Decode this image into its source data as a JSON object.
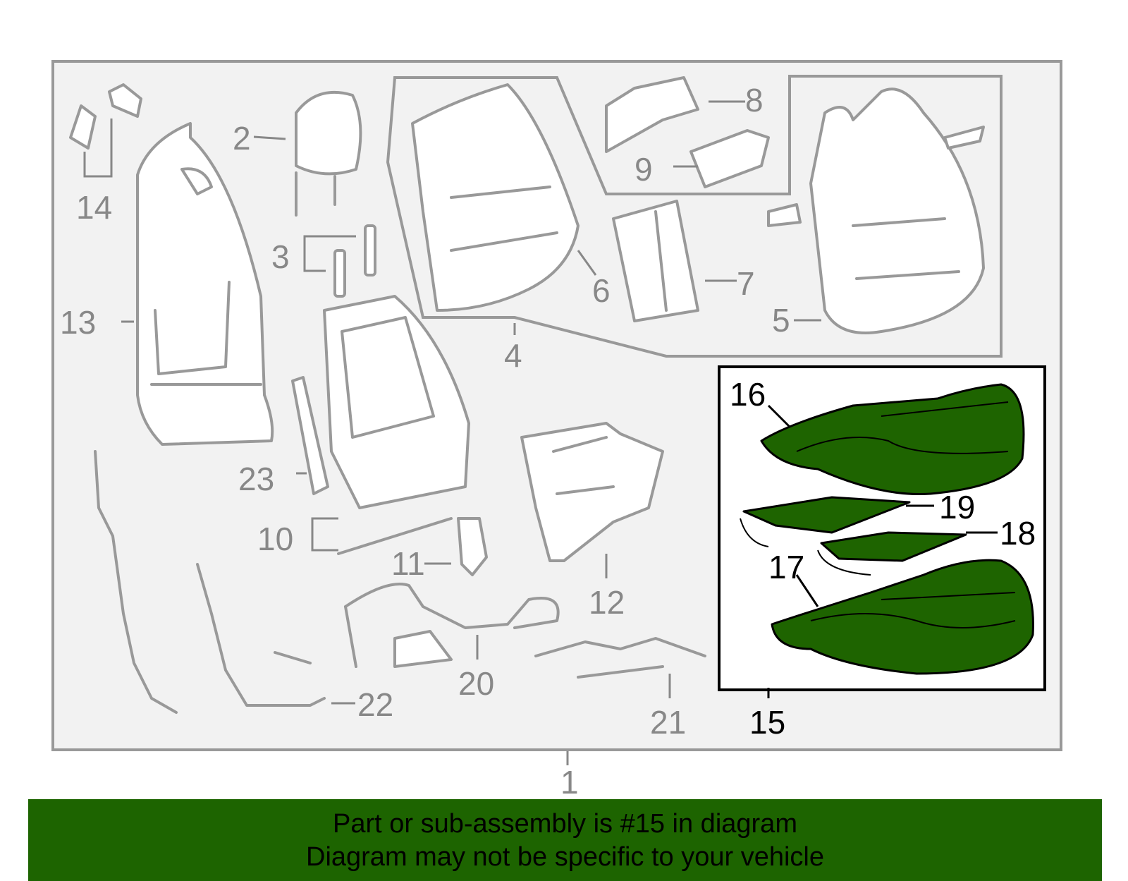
{
  "colors": {
    "highlight": "#1e6400",
    "banner": "#1d6400",
    "line": "#999999",
    "text": "#000000"
  },
  "callouts": [
    "1",
    "2",
    "3",
    "4",
    "5",
    "6",
    "7",
    "8",
    "9",
    "10",
    "11",
    "12",
    "13",
    "14",
    "15",
    "16",
    "17",
    "18",
    "19",
    "20",
    "21",
    "22",
    "23"
  ],
  "highlighted_part": "15",
  "banner": {
    "line1": "Part or sub-assembly is #15 in diagram",
    "line2": "Diagram may not be specific to your vehicle"
  }
}
